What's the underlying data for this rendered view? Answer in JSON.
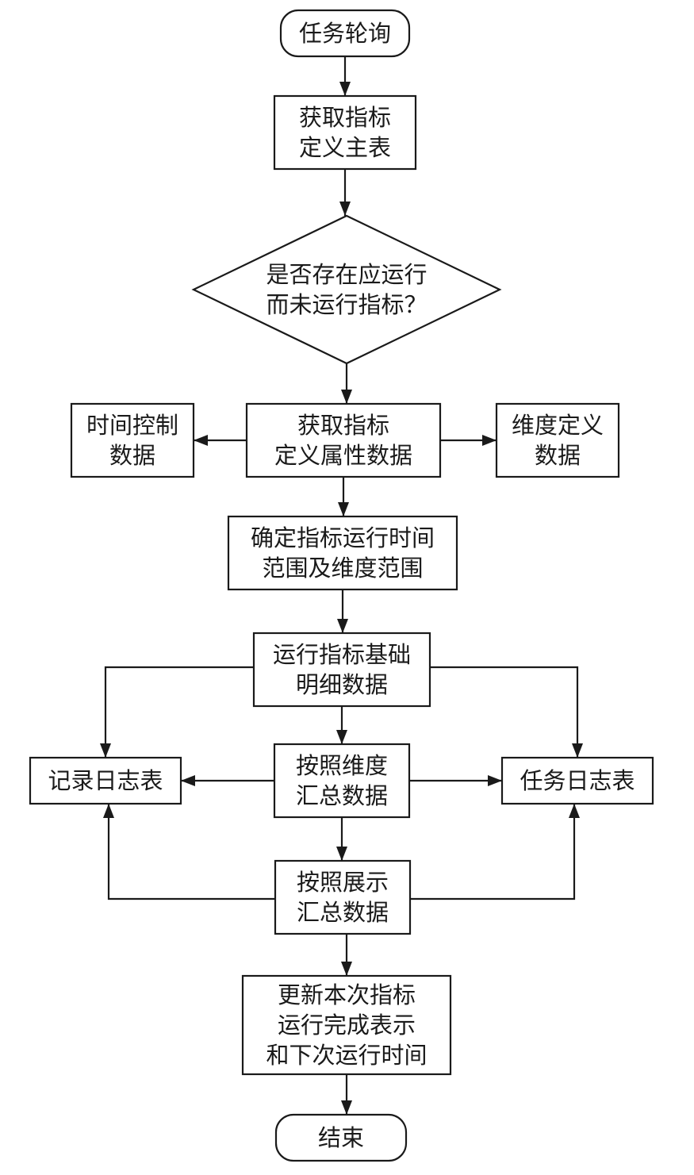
{
  "nodes": {
    "start": [
      "任务轮询"
    ],
    "get_master": [
      "获取指标",
      "定义主表"
    ],
    "decision": [
      "是否存在应运行",
      "而未运行指标？"
    ],
    "get_attr": [
      "获取指标",
      "定义属性数据"
    ],
    "time_ctrl": [
      "时间控制",
      "数据"
    ],
    "dim_def": [
      "维度定义",
      "数据"
    ],
    "determine": [
      "确定指标运行时间",
      "范围及维度范围"
    ],
    "run_base": [
      "运行指标基础",
      "明细数据"
    ],
    "sum_dim": [
      "按照维度",
      "汇总数据"
    ],
    "record_log": [
      "记录日志表"
    ],
    "task_log": [
      "任务日志表"
    ],
    "sum_show": [
      "按照展示",
      "汇总数据"
    ],
    "update": [
      "更新本次指标",
      "运行完成表示",
      "和下次运行时间"
    ],
    "end": [
      "结束"
    ]
  }
}
